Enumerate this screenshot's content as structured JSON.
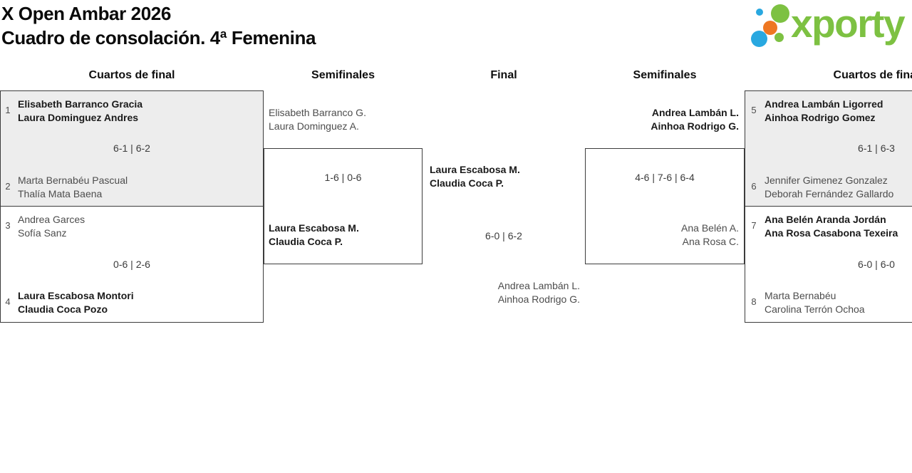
{
  "title": {
    "line1": "X Open Ambar 2026",
    "line2": "Cuadro de consolación. 4ª Femenina"
  },
  "logo": {
    "brand": "xporty"
  },
  "columns": {
    "quarters_left": "Cuartos de final",
    "semis_left": "Semifinales",
    "final": "Final",
    "semis_right": "Semifinales",
    "quarters_right": "Cuartos de final"
  },
  "matches": {
    "ql1": {
      "seed_top": "1",
      "top1": "Elisabeth Barranco Gracia",
      "top2": "Laura Dominguez Andres",
      "score": "6-1 | 6-2",
      "seed_bottom": "2",
      "bottom1": "Marta Bernabéu Pascual",
      "bottom2": "Thalía Mata Baena"
    },
    "ql2": {
      "seed_top": "3",
      "top1": "Andrea Garces",
      "top2": "Sofía Sanz",
      "score": "0-6 | 2-6",
      "seed_bottom": "4",
      "bottom1": "Laura Escabosa Montori",
      "bottom2": "Claudia Coca Pozo"
    },
    "sl": {
      "top1": "Elisabeth Barranco G.",
      "top2": "Laura Dominguez A.",
      "score": "1-6 | 0-6",
      "bottom1": "Laura Escabosa M.",
      "bottom2": "Claudia Coca P."
    },
    "final": {
      "top1": "Laura Escabosa M.",
      "top2": "Claudia Coca P.",
      "score": "6-0 | 6-2",
      "bottom1": "Andrea Lambán L.",
      "bottom2": "Ainhoa Rodrigo G."
    },
    "sr": {
      "top1": "Andrea Lambán L.",
      "top2": "Ainhoa Rodrigo G.",
      "score": "4-6 | 7-6 | 6-4",
      "bottom1": "Ana Belén A.",
      "bottom2": "Ana Rosa C."
    },
    "qr1": {
      "seed_top": "5",
      "top1": "Andrea Lambán Ligorred",
      "top2": "Ainhoa Rodrigo Gomez",
      "score": "6-1 | 6-3",
      "seed_bottom": "6",
      "bottom1": "Jennifer Gimenez Gonzalez",
      "bottom2": "Deborah Fernández Gallardo"
    },
    "qr2": {
      "seed_top": "7",
      "top1": "Ana Belén Aranda Jordán",
      "top2": "Ana Rosa Casabona Texeira",
      "score": "6-0 | 6-0",
      "seed_bottom": "8",
      "bottom1": "Marta Bernabéu",
      "bottom2": "Carolina Terrón Ochoa"
    }
  },
  "colors": {
    "logo_green": "#7DC142",
    "logo_blue": "#29A8E0",
    "logo_orange": "#EE7722",
    "box_fill_grey": "#EDEDED",
    "border": "#3C3C3C"
  }
}
